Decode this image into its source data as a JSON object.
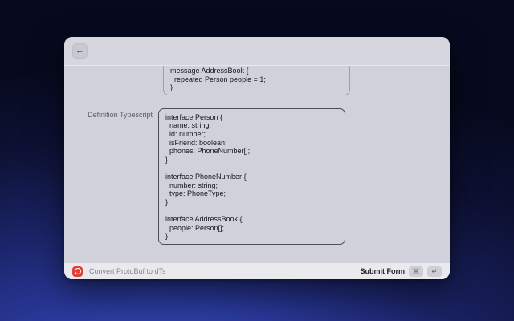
{
  "window": {
    "header": {
      "back_icon": "←"
    },
    "content": {
      "protobuf_block": {
        "code": "message AddressBook {\n  repeated Person people = 1;\n}"
      },
      "typescript_field": {
        "label": "Definition Typescript",
        "code": "interface Person {\n  name: string;\n  id: number;\n  isFriend: boolean;\n  phones: PhoneNumber[];\n}\n\ninterface PhoneNumber {\n  number: string;\n  type: PhoneType;\n}\n\ninterface AddressBook {\n  people: Person[];\n}"
      }
    },
    "footer": {
      "command_icon": "record-target-icon",
      "command_name": "Convert ProtoBuf to dTs",
      "submit_label": "Submit Form",
      "shortcut_keys": [
        "⌘",
        "↵"
      ]
    }
  },
  "colors": {
    "accent_red": "#e0403a",
    "window_bg": "#d0d1da",
    "footer_bg": "#e9e9ee",
    "focus_border": "#4b4e59",
    "background_blue": "#2b3a9e",
    "background_navy": "#070a1e"
  }
}
